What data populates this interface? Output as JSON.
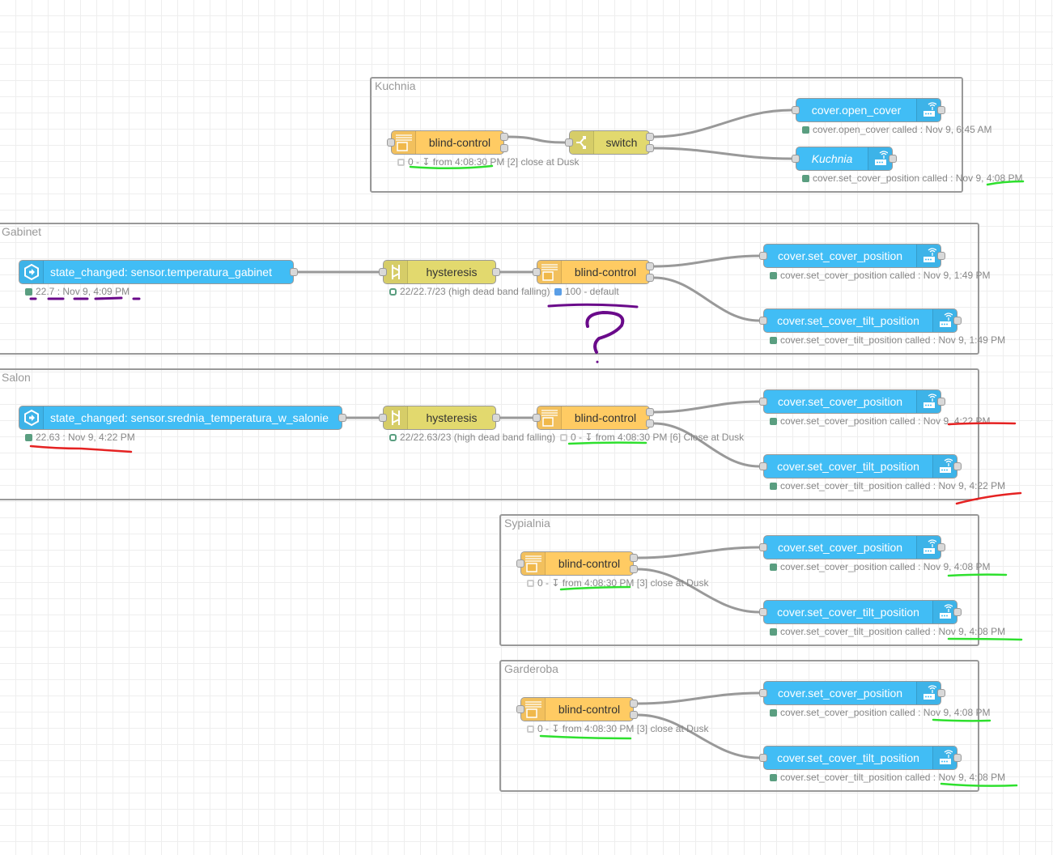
{
  "colors": {
    "ha_blue": "#41BDF5",
    "blind_orange": "#FFCB63",
    "function_yellow": "#E2D96E",
    "status_green": "#5A9E80",
    "status_blue": "#5A9EE6",
    "status_grey": "#CCCCCC"
  },
  "groups": [
    {
      "name": "Kuchnia",
      "nodes": [
        {
          "label": "blind-control",
          "icon": "blinds-icon",
          "status": "0 - ↧ from 4:08:30 PM [2] close at Dusk",
          "status_shape": "ring-grey"
        },
        {
          "label": "switch",
          "icon": "switch-icon"
        },
        {
          "label": "cover.open_cover",
          "icon": "router-icon",
          "status": "cover.open_cover called : Nov 9, 6:45 AM",
          "status_shape": "dot-green"
        },
        {
          "label": "Kuchnia",
          "icon": "router-icon",
          "status": "cover.set_cover_position called : Nov 9, 4:08 PM",
          "status_shape": "dot-green"
        }
      ]
    },
    {
      "name": "Gabinet",
      "nodes": [
        {
          "label": "state_changed: sensor.temperatura_gabinet",
          "icon": "event-icon",
          "status": "22.7 : Nov 9, 4:09 PM",
          "status_shape": "dot-green"
        },
        {
          "label": "hysteresis",
          "icon": "hysteresis-icon",
          "status": "22/22.7/23 (high dead band falling)",
          "status_shape": "ring-green"
        },
        {
          "label": "blind-control",
          "icon": "blinds-icon",
          "status": "100 - default",
          "status_shape": "dot-blue"
        },
        {
          "label": "cover.set_cover_position",
          "icon": "router-icon",
          "status": "cover.set_cover_position called : Nov 9, 1:49 PM",
          "status_shape": "dot-green"
        },
        {
          "label": "cover.set_cover_tilt_position",
          "icon": "router-icon",
          "status": "cover.set_cover_tilt_position called : Nov 9, 1:49 PM",
          "status_shape": "dot-green"
        }
      ]
    },
    {
      "name": "Salon",
      "nodes": [
        {
          "label": "state_changed: sensor.srednia_temperatura_w_salonie",
          "icon": "event-icon",
          "status": "22.63 : Nov 9, 4:22 PM",
          "status_shape": "dot-green"
        },
        {
          "label": "hysteresis",
          "icon": "hysteresis-icon",
          "status": "22/22.63/23 (high dead band falling)",
          "status_shape": "ring-green"
        },
        {
          "label": "blind-control",
          "icon": "blinds-icon",
          "status": "0 - ↧ from 4:08:30 PM [6] Close at Dusk",
          "status_shape": "ring-grey"
        },
        {
          "label": "cover.set_cover_position",
          "icon": "router-icon",
          "status": "cover.set_cover_position called : Nov 9, 4:22 PM",
          "status_shape": "dot-green"
        },
        {
          "label": "cover.set_cover_tilt_position",
          "icon": "router-icon",
          "status": "cover.set_cover_tilt_position called : Nov 9, 4:22 PM",
          "status_shape": "dot-green"
        }
      ]
    },
    {
      "name": "Sypialnia",
      "nodes": [
        {
          "label": "blind-control",
          "icon": "blinds-icon",
          "status": "0 - ↧ from 4:08:30 PM [3] close at Dusk",
          "status_shape": "ring-grey"
        },
        {
          "label": "cover.set_cover_position",
          "icon": "router-icon",
          "status": "cover.set_cover_position called : Nov 9, 4:08 PM",
          "status_shape": "dot-green"
        },
        {
          "label": "cover.set_cover_tilt_position",
          "icon": "router-icon",
          "status": "cover.set_cover_tilt_position called : Nov 9, 4:08 PM",
          "status_shape": "dot-green"
        }
      ]
    },
    {
      "name": "Garderoba",
      "nodes": [
        {
          "label": "blind-control",
          "icon": "blinds-icon",
          "status": "0 - ↧ from 4:08:30 PM [3] close at Dusk",
          "status_shape": "ring-grey"
        },
        {
          "label": "cover.set_cover_position",
          "icon": "router-icon",
          "status": "cover.set_cover_position called : Nov 9, 4:08 PM",
          "status_shape": "dot-green"
        },
        {
          "label": "cover.set_cover_tilt_position",
          "icon": "router-icon",
          "status": "cover.set_cover_tilt_position called : Nov 9, 4:08 PM",
          "status_shape": "dot-green"
        }
      ]
    }
  ]
}
